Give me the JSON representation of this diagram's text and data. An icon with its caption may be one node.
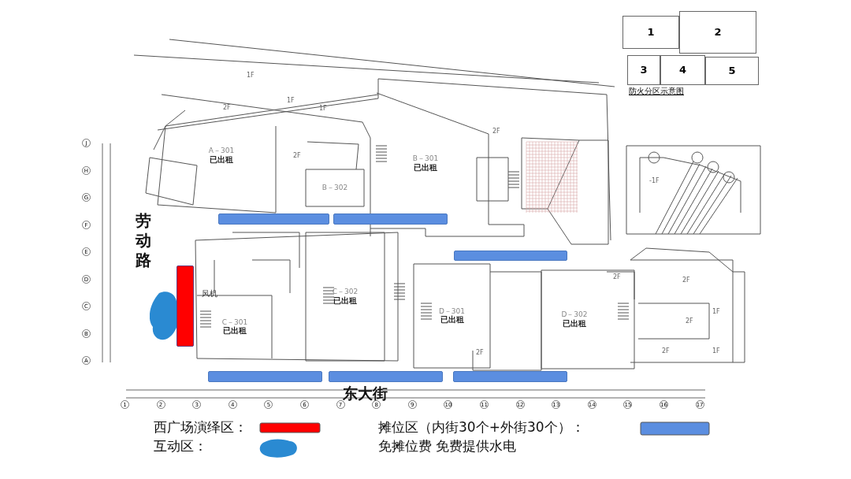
{
  "diagram": {
    "nodes": [
      {
        "text": [
          "1"
        ]
      },
      {
        "text": [
          "2"
        ]
      },
      {
        "text": [
          "3"
        ]
      },
      {
        "text": [
          "4"
        ]
      },
      {
        "text": [
          "5"
        ]
      },
      {
        "text": [
          "A－301",
          "已出租"
        ]
      },
      {
        "text": [
          "B－302"
        ]
      },
      {
        "text": [
          "B－301",
          "已出租"
        ]
      },
      {
        "text": [
          "C－301",
          "已出租"
        ]
      },
      {
        "text": [
          "C－302",
          "已出租"
        ]
      },
      {
        "text": [
          "D－301",
          "已出租"
        ]
      },
      {
        "text": [
          "D－302",
          "已出租"
        ]
      },
      {
        "text": [],
        "shape": "cloud"
      },
      {
        "text": [],
        "shape": "bar"
      },
      {
        "text": [],
        "shape": "bar"
      },
      {
        "text": [],
        "shape": "bar"
      },
      {
        "text": [],
        "shape": "bar"
      },
      {
        "text": [],
        "shape": "bar"
      },
      {
        "text": [],
        "shape": "bar"
      },
      {
        "text": [],
        "shape": "bar"
      }
    ],
    "labels": [
      "防火分区示意图",
      "1F",
      "2F",
      "1F",
      "1F",
      "2F",
      "2F",
      "-1F",
      "劳动路",
      "风机",
      "2F",
      "2F",
      "2F",
      "2F",
      "1F",
      "2F",
      "1F",
      "东大街",
      "1",
      "2",
      "3",
      "4",
      "5",
      "6",
      "7",
      "8",
      "9",
      "10",
      "11",
      "12",
      "13",
      "14",
      "15",
      "16",
      "17",
      "J",
      "H",
      "G",
      "F",
      "E",
      "D",
      "C",
      "B",
      "A",
      "免摊位费  免费提供水电"
    ],
    "legend": [
      {
        "text": "西广场演绎区：",
        "color": "#ff0000"
      },
      {
        "text": "互动区："
      },
      {
        "text": "摊位区（内街30个+外街30个）：",
        "color": "#5b8ee0"
      }
    ]
  }
}
